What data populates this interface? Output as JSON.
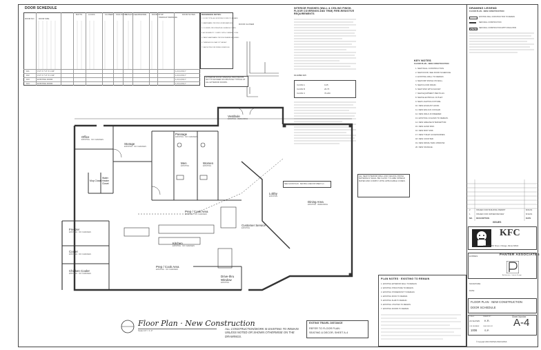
{
  "door_schedule": {
    "title": "DOOR SCHEDULE",
    "header": {
      "door_no": "DOOR NO.",
      "door_size": "DOOR SIZE",
      "butts": "BUTTS",
      "locks": "LOCKS",
      "closers": "CLOSERS",
      "kick_plate": "KICK PLATE",
      "push_pull": "PUSH PULL",
      "hardware": "HARDWARE",
      "door_stop": "DOOR STOP",
      "handicap_hardware": "HANDICAP HARDWARE",
      "door_notes": "DOOR NOTES"
    },
    "rows": [
      {
        "no": "101",
        "size": "3'-0\" X 7'-0\" X 1 3/4\"",
        "ref": "1,2,3,4,5,6,7"
      },
      {
        "no": "102",
        "size": "3'-0\" X 7'-0\" X 1 3/4\"",
        "ref": "1,2,3,4,5,6,7"
      },
      {
        "no": "103",
        "size": "EXISTING DOOR",
        "ref": "1,2,3,4,5,6,7"
      },
      {
        "no": "104",
        "size": "EXISTING DOOR",
        "ref": "1,2,3,4,5,6,7"
      }
    ],
    "reference_notes_title": "REFERENCE NOTES:",
    "reference_notes": [
      "1. DOOR TYPE: ALL EXISTING DOORS TO REMAIN.",
      "2. HARDWARE: PROVIDE LEVER HANDLES.",
      "3. CLOSERS: PROVIDE AT ALL EGRESS DOORS.",
      "4. ACCESSIBILITY: COMPLY WITH CURRENT CODE.",
      "5. PANIC HARDWARE: PROVIDE WHERE REQUIRED.",
      "6. THRESHOLDS: MAX 1/2\" HEIGHT.",
      "7. SEE NOTES FOR FINISH SCHEDULE."
    ],
    "exterior_note": "EXTERIOR DOOR OPENING PROVISIONS NOT TO EXCEED 30 LBS PUSH TYPICAL AT ALL EXTERIOR DOORS."
  },
  "finish_notes": {
    "title": "INTERIOR FINISHES (WALL & CEILING FINISH, FLOOR COVERINGS AND TRIM) FIRE-RESISTIVE REQUIREMENTS",
    "clause_title": "CLAUSE 10.5",
    "items": [
      "CLASS A",
      "CLASS B",
      "CLASS C"
    ],
    "item_values": [
      "0-25",
      "26-75",
      "76-200"
    ]
  },
  "legend": {
    "title": "DRAWING LEGEND",
    "subtitle": "FLOOR PLAN · NEW CONSTRUCTION",
    "items": [
      "EXISTING WALL CONSTRUCTION TO REMAIN",
      "NEW WALL CONSTRUCTION",
      "NEW WALL CONSTRUCTION WITH INSULATION"
    ]
  },
  "keynotes": {
    "title": "KEY NOTES",
    "subtitle": "FLOOR PLAN · NEW CONSTRUCTION",
    "items": [
      "1. NEW WALL CONSTRUCTION.",
      "2. NEW DOOR, SEE DOOR SCHEDULE.",
      "3. EXISTING WALL TO REMAIN.",
      "4. NEW FRP FINISH ON WALL.",
      "5. NEW FLOOR DRAIN.",
      "6. NEW SINK WITH FAUCET.",
      "7. NEW EQUIPMENT PER PLAN.",
      "8. NEW ELECTRICAL OUTLET.",
      "9. NEW LIGHTING FIXTURE.",
      "10. NEW EXHAUST HOOD.",
      "11. NEW WALK-IN COOLER.",
      "12. NEW WALK-IN FREEZER.",
      "13. EXISTING COLUMN TO REMAIN.",
      "14. NEW GREASE INTERCEPTOR.",
      "15. NEW HAND SINK.",
      "16. NEW MOP SINK.",
      "17. NEW TOILET ACCESSORIES.",
      "18. NEW COUNTER.",
      "19. NEW DRIVE-THRU WINDOW.",
      "20. NEW SIGNAGE."
    ]
  },
  "plan_notes": {
    "title": "PLAN NOTES · EXISTING TO REMAIN",
    "items": [
      "1. EXISTING EXTERIOR WALL TO REMAIN.",
      "2. EXISTING STRUCTURE TO REMAIN.",
      "3. EXISTING STOREFRONT TO REMAIN.",
      "4. EXISTING ROOF TO REMAIN.",
      "5. EXISTING SLAB TO REMAIN.",
      "6. EXISTING UTILITIES TO REMAIN.",
      "7. EXISTING DOORS TO REMAIN."
    ]
  },
  "floor_plan": {
    "rooms": [
      {
        "id": "vestibule",
        "label": "Vestibule",
        "sub": "EXISTING · REMAINING"
      },
      {
        "id": "office",
        "label": "Office",
        "sub": "EXISTING · NO CHANGES"
      },
      {
        "id": "storage",
        "label": "Storage",
        "sub": "EXISTING · NO CHANGES"
      },
      {
        "id": "passage",
        "label": "Passage",
        "sub": "EXISTING · NO CHANGES"
      },
      {
        "id": "men",
        "label": "Men",
        "sub": "EXISTING"
      },
      {
        "id": "women",
        "label": "Women",
        "sub": "EXISTING"
      },
      {
        "id": "mop",
        "label": "Mop Closet",
        "sub": ""
      },
      {
        "id": "water-heater",
        "label": "Water Heater Closet",
        "sub": ""
      },
      {
        "id": "prep",
        "label": "Prep / Cook Area",
        "sub": "EXISTING · NO CHANGES"
      },
      {
        "id": "freezer",
        "label": "Freezer",
        "sub": "EXISTING · NO CHANGES"
      },
      {
        "id": "cooler",
        "label": "Cooler",
        "sub": "EXISTING · NO CHANGES"
      },
      {
        "id": "chicken-cooler",
        "label": "Chicken Cooler",
        "sub": "EXISTING · NO CHANGES"
      },
      {
        "id": "kitchen",
        "label": "Kitchen",
        "sub": "EXISTING · NO CHANGES"
      },
      {
        "id": "customer",
        "label": "Customer Service",
        "sub": "EXISTING"
      },
      {
        "id": "lobby",
        "label": "Lobby",
        "sub": "EXISTING"
      },
      {
        "id": "dining",
        "label": "Dining Area",
        "sub": "EXISTING · REMAINING"
      },
      {
        "id": "prep2",
        "label": "Prep / Cook Area",
        "sub": "EXISTING · NO CHANGES"
      },
      {
        "id": "drive-thru",
        "label": "Drive-thru Window",
        "sub": "EXISTING"
      }
    ],
    "callout": "SEE FLOOR PLAN · SEATING & DECOR SHEET A-4",
    "egress_note": "ALL NEW INTERIOR WALL AND CEILING FINISH MATERIALS SHALL BE CLASS 'I' FLAME SPREAD RATED AND COMPLY WITH APPLICABLE CODES."
  },
  "plan_title": {
    "title": "Floor Plan · New Construction",
    "scale": "Scale 1/4\" = 1'-0\"",
    "general_note": "ALL CONSTRUCTION/WORK IS EXISTING TO REMAIN UNLESS NOTED OR SHOWN OTHERWISE ON THE DRAWINGS."
  },
  "exit_box": {
    "title": "EXITING TRAVEL DISTANCE",
    "line1": "REFER TO FLOOR PLAN ·",
    "line2": "SEATING & DECOR, SHEET A-4"
  },
  "title_block": {
    "issues_header": "ISSUES",
    "issues": [
      {
        "no": "2",
        "desc": "ISSUED FOR BUILDING PERMIT",
        "date": "8/21/01"
      },
      {
        "no": "1",
        "desc": "ISSUED FOR OWNER REVIEW",
        "date": "8/14/01"
      }
    ],
    "col_no": "NO.",
    "col_desc": "DESCRIPTION",
    "col_date": "DATE",
    "client": "KFC",
    "client_address": "309 East 35th Street, Chicago, Illinois 60616",
    "architect": "PANTER ASSOCIATES",
    "architect_sub": "Architecture · Interior Design",
    "expires_label": "EXPIRES:",
    "signature_label": "SIGNATURE:",
    "date_label": "DATE:",
    "sheet_title_1": "FLOOR PLAN · NEW CONSTRUCTION",
    "sheet_title_2": "DOOR SCHEDULE",
    "scale_label": "SCALE",
    "scale_value": "AS SHOWN",
    "drawn_label": "DRAWN BY",
    "drawn_value": "K.R.",
    "job_label": "JOB NUMBER",
    "job_value": "1006",
    "checked_label": "CHECKED BY",
    "checked_value": "S.P.",
    "sheet_label": "Sheet Number",
    "sheet_value": "A-4",
    "copyright": "© Copyright 2001 PANTER ASSOCIATES"
  }
}
